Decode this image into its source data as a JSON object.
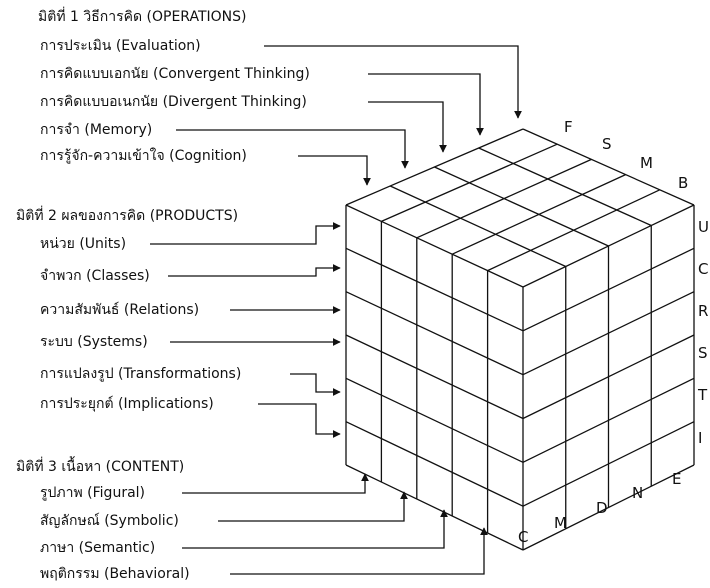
{
  "operations": {
    "heading": "มิติที่ 1 วิธีการคิด (OPERATIONS)",
    "items": [
      "การประเมิน (Evaluation)",
      "การคิดแบบเอกนัย (Convergent Thinking)",
      "การคิดแบบอเนกนัย (Divergent Thinking)",
      "การจำ (Memory)",
      "การรู้จัก-ความเข้าใจ (Cognition)"
    ],
    "cube_letters": [
      "E",
      "N",
      "D",
      "M",
      "C"
    ]
  },
  "products": {
    "heading": "มิติที่ 2 ผลของการคิด (PRODUCTS)",
    "items": [
      "หน่วย (Units)",
      "จำพวก (Classes)",
      "ความสัมพันธ์ (Relations)",
      "ระบบ (Systems)",
      "การแปลงรูป (Transformations)",
      "การประยุกต์ (Implications)"
    ],
    "cube_letters": [
      "U",
      "C",
      "R",
      "S",
      "T",
      "I"
    ]
  },
  "content": {
    "heading": "มิติที่ 3 เนื้อหา (CONTENT)",
    "items": [
      "รูปภาพ (Figural)",
      "สัญลักษณ์ (Symbolic)",
      "ภาษา (Semantic)",
      "พฤติกรรม (Behavioral)"
    ],
    "cube_letters": [
      "F",
      "S",
      "M",
      "B"
    ]
  }
}
